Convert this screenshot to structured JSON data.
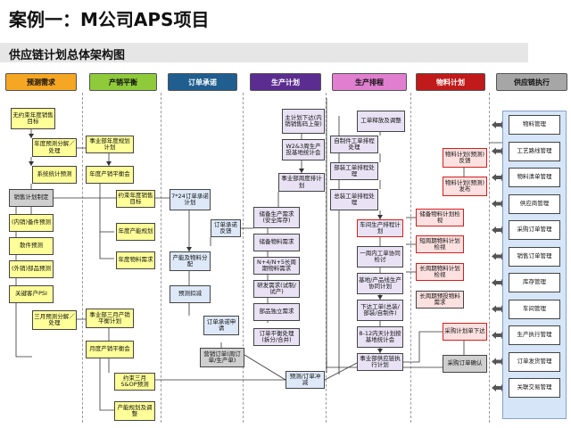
{
  "title": "案例一：M公司APS项目",
  "subtitle": "供应链计划总体架构图",
  "headers": [
    {
      "label": "预测需求",
      "bg": "#f5a623"
    },
    {
      "label": "产销平衡",
      "bg": "#8fca3a"
    },
    {
      "label": "订单承诺",
      "bg": "#1f5e8e"
    },
    {
      "label": "生产计划",
      "bg": "#5b2d90"
    },
    {
      "label": "生产排程",
      "bg": "#e07fd0"
    },
    {
      "label": "物料计划",
      "bg": "#c01a1a"
    },
    {
      "label": "供应链执行",
      "bg": "#a6a6a6"
    }
  ],
  "col1": {
    "b1": "无约束年度销售目标",
    "b2": "年度预测分解／处理",
    "b3": "系统统计预测",
    "b4": "销售计划制定",
    "b5": "(内销)备件预测",
    "b6": "散件预测",
    "b7": "(外销)部品预测",
    "b8": "关键客户PSI",
    "b9": "三月预测分解／处理"
  },
  "col2": {
    "b1": "事业部年度规划计划",
    "b2": "年度产销平衡会",
    "b3": "约束年度销售目标",
    "b4": "年度产能规划",
    "b5": "年度物料需求",
    "b6": "事业部三月产销平衡计划",
    "b7": "月度产销平衡会",
    "b8": "约束三月S&OP预测",
    "b9": "产能规划及调整"
  },
  "col3": {
    "b1": "7*24订单承诺计划",
    "b2": "订单承诺反馈",
    "b3": "产能及物料分配",
    "b4": "预测扣减",
    "b5": "订单承诺申请",
    "b6": "营销订单(周订单/生产单)",
    "b7": "预测/订单冲减"
  },
  "col4": {
    "b1": "主计划下达(内销销售码上架)",
    "b2": "W2&3周生产投基地统计会",
    "b3": "事业部周度排计划",
    "b4": "储备生产需求(安全库存)",
    "b5": "储备物料需求",
    "b6": "N+4/N+5长周期物料需求",
    "b7": "研发需求(试制/试产)",
    "b8": "部品独立需求",
    "b9": "订单平衡处理(拆分/合并)"
  },
  "col5": {
    "b1": "工单释放及调整",
    "b2": "自制件工单排程处理",
    "b3": "部装工单排程处理",
    "b4": "总装工单排程处理",
    "b5": "车间生产排程计划",
    "b6": "一周内工单协同检讨",
    "b7": "基地/产品线生产协同计划",
    "b8": "下达工单(总装/部装/自制件)",
    "b9": "8-12内天计划按基地统计会",
    "b10": "事业部供应链执行计划"
  },
  "col6": {
    "b1": "物料计划(预测)反馈",
    "b2": "物料计划(预测)发布",
    "b3": "储备物料计划检视",
    "b4": "短周期物料计划检视",
    "b5": "长周期物料计划检视",
    "b6": "长周期预投物料需求",
    "b7": "采购计划单下达",
    "b8": "采购订单确认"
  },
  "col7": {
    "items": [
      "物料管理",
      "工艺路线管理",
      "物料清单管理",
      "供应商管理",
      "采购订单管理",
      "销售订单管理",
      "库存管理",
      "车间管理",
      "生产执行管理",
      "订单发货管理",
      "关联交易管理"
    ]
  }
}
